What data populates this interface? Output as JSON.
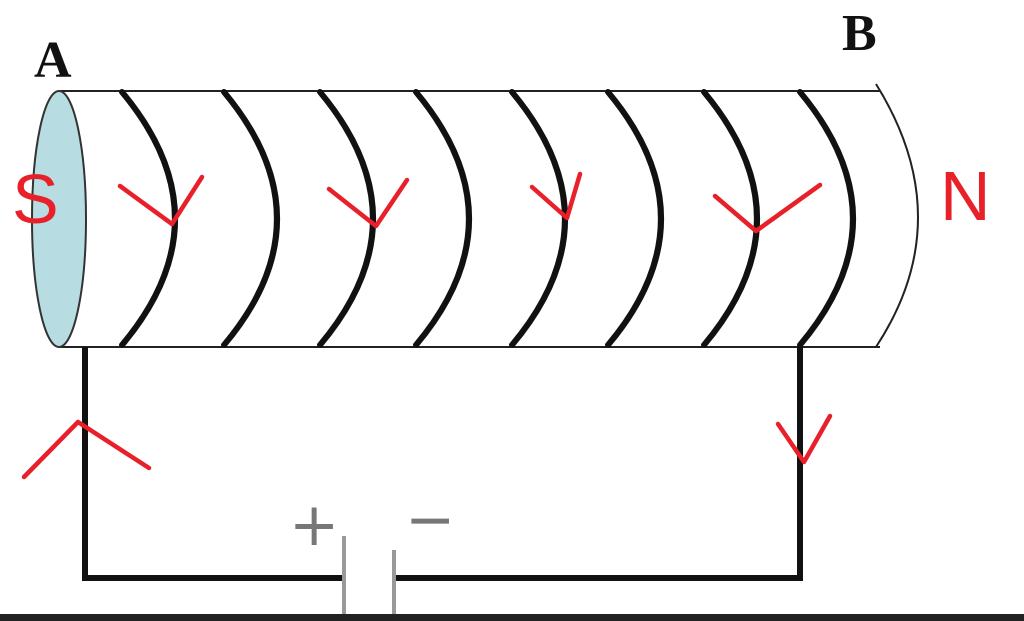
{
  "labels": {
    "end_a": "A",
    "end_b": "B",
    "pole_left": "S",
    "pole_right": "N",
    "battery_positive": "+",
    "battery_negative": "−"
  },
  "colors": {
    "annotation": "#e8202a",
    "wire": "#111111",
    "solenoid_end_face": "#b7dde2",
    "bottom_border": "#222222"
  }
}
